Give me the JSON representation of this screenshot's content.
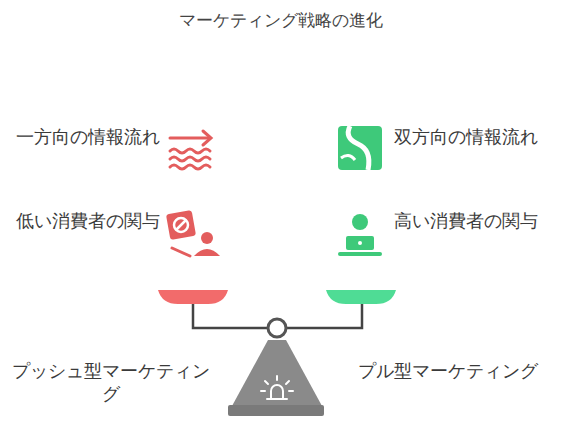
{
  "diagram": {
    "title": "マーケティング戦略の進化",
    "labels": [
      "一方向の情報流れ",
      "低い消費者の関与",
      "双方向の情報流れ",
      "高い消費者の関与",
      "プッシュ型マーケティング",
      "プル型マーケティング"
    ]
  }
}
